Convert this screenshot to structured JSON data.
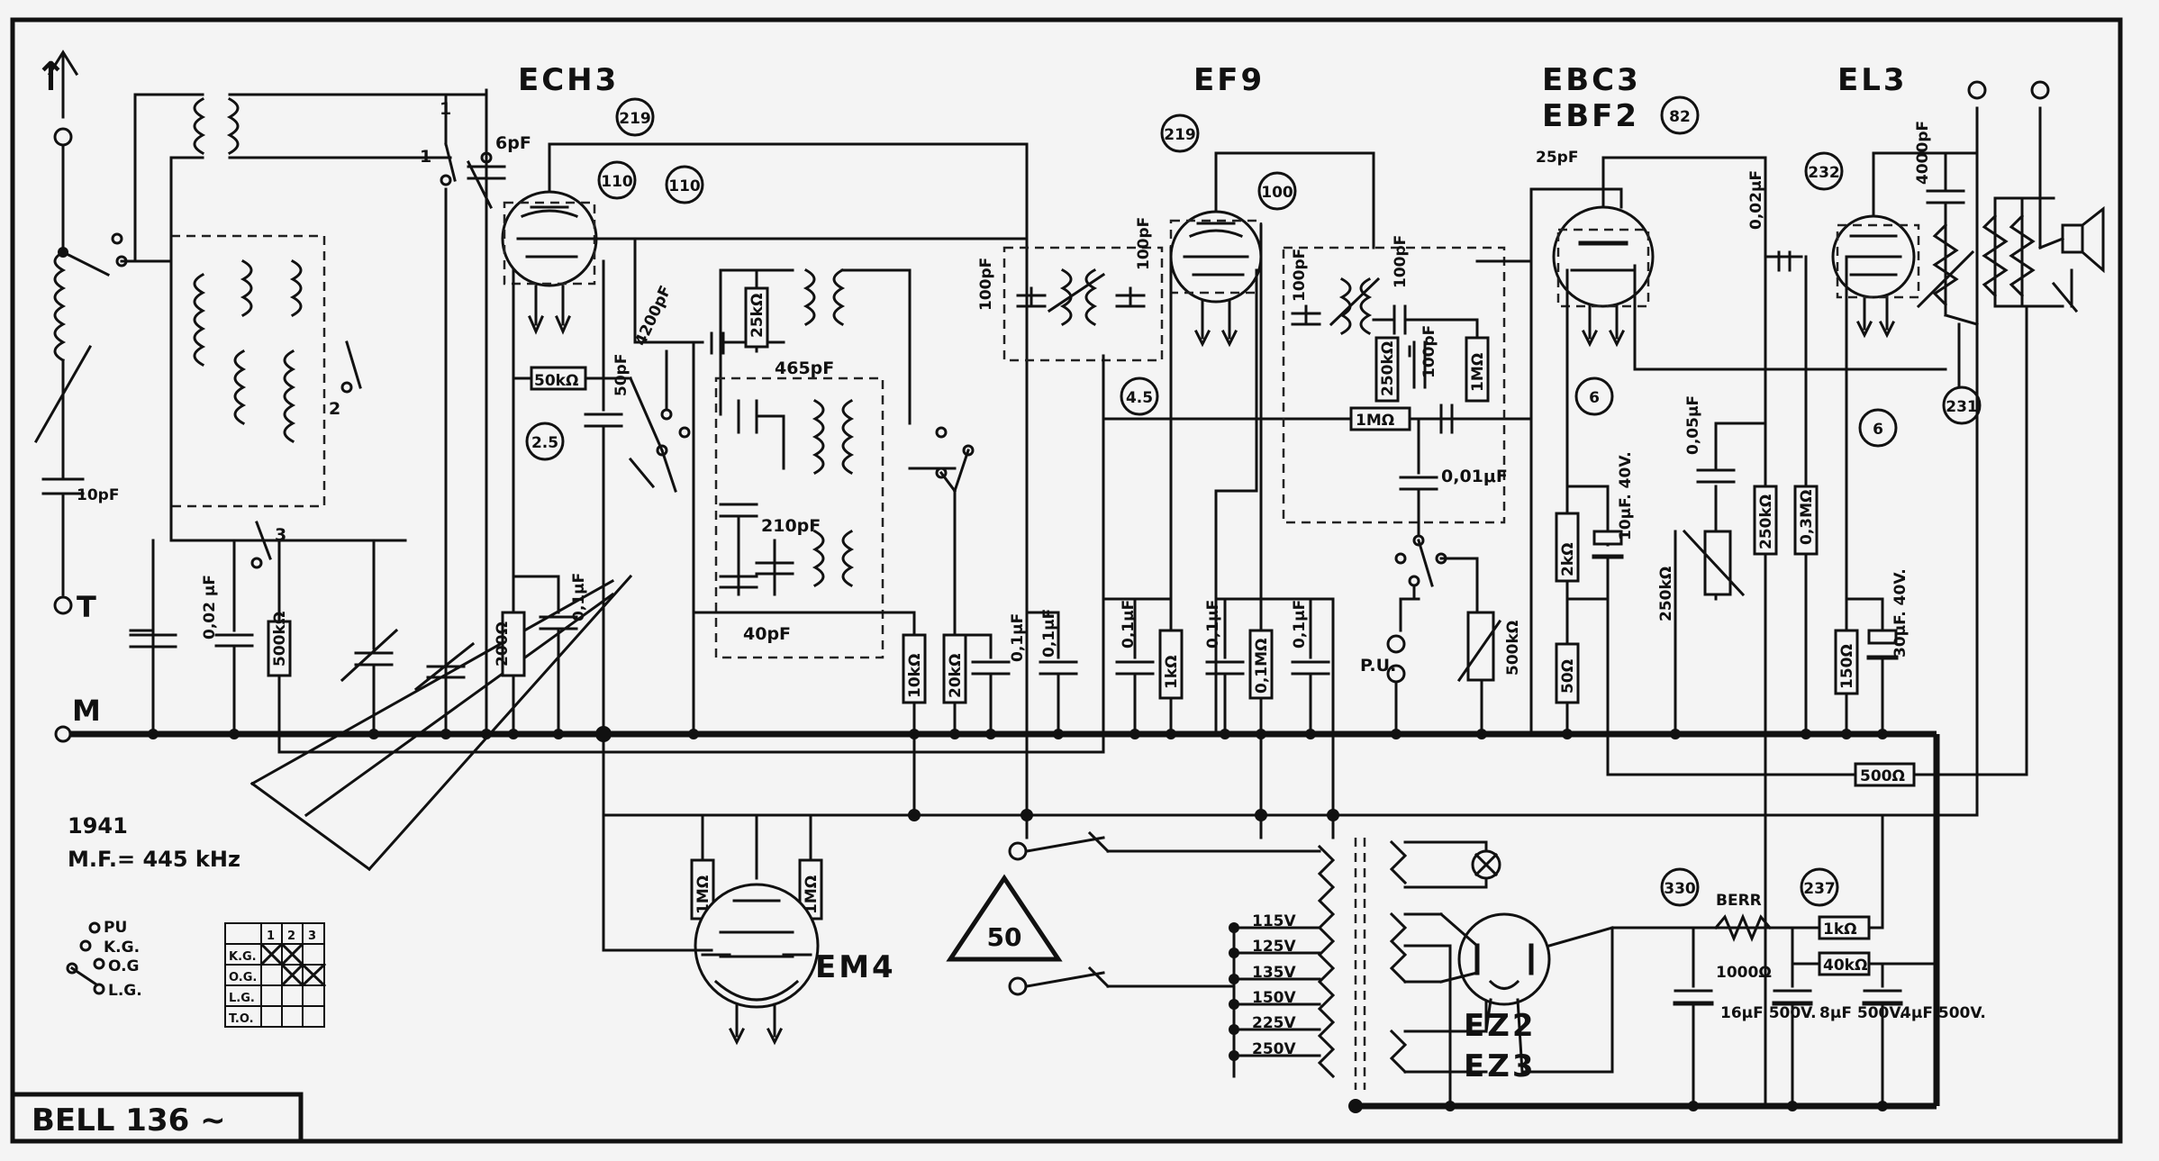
{
  "title": "BELL  136 ~",
  "year": "1941",
  "mf": "M.F.= 445 kHz",
  "tubes": {
    "ech3": "ECH3",
    "ef9": "EF9",
    "ebc3": "EBC3",
    "ebf2": "EBF2",
    "el3": "EL3",
    "em4": "EM4",
    "ez2": "EZ2",
    "ez3": "EZ3"
  },
  "terminals": {
    "antenna": "↑",
    "ground_t": "T",
    "mass_m": "M",
    "pickup": "P.U."
  },
  "ref_numbers": [
    "219",
    "110",
    "110",
    "219",
    "100",
    "82",
    "232",
    "231",
    "6",
    "6",
    "4.5",
    "2.5",
    "330",
    "237"
  ],
  "switch_numbers": [
    "1",
    "1",
    "2",
    "3"
  ],
  "legend_switch": [
    "PU",
    "K.G.",
    "O.G",
    "L.G."
  ],
  "legend_table": {
    "header": [
      "1",
      "2",
      "3"
    ],
    "rows": [
      "K.G.",
      "O.G.",
      "L.G.",
      "T.O."
    ]
  },
  "voltages": [
    "115V",
    "125V",
    "135V",
    "150V",
    "225V",
    "250V"
  ],
  "warning_badge": "50",
  "values": {
    "c_10pf": "10pF",
    "c_002": "0,02 μF",
    "r_500k": "500kΩ",
    "c_6pf": "6pF",
    "r_50k": "50kΩ",
    "r_200": "200Ω",
    "c_01_a": "0,1μF",
    "c_4200": "4200pF",
    "c_50pf": "50pF",
    "r_25k": "25kΩ",
    "c_465": "465pF",
    "c_210": "210pF",
    "c_40": "40pF",
    "r_10k": "10kΩ",
    "r_20k": "20kΩ",
    "c_01_b": "0,1μF",
    "c_01_c": "0,1μF",
    "c_100_a": "100pF",
    "c_100_b": "100pF",
    "c_01_d": "0,1μF",
    "r_1k": "1kΩ",
    "c_01_e": "0,1μF",
    "r_01m": "0,1MΩ",
    "c_01_f": "0,1μF",
    "c_100_c": "100pF",
    "c_100_d": "100pF",
    "r_250k": "250kΩ",
    "c_100_e": "100pF",
    "r_1m_a": "1MΩ",
    "r_1m_b": "1MΩ",
    "c_001": "0,01μF",
    "r_500kpot": "500kΩ",
    "c_25pf": "25pF",
    "c_10mf": "10μF. 40V.",
    "r_2k": "2kΩ",
    "r_50": "50Ω",
    "c_005": "0,05μF",
    "r_250k_pot": "250kΩ",
    "r_250k_b": "250kΩ",
    "c_002_b": "0,02μF",
    "r_03m": "0,3MΩ",
    "r_150": "150Ω",
    "c_30mf": "30μF. 40V.",
    "c_4000": "4000pF",
    "r_500": "500Ω",
    "r_1m_em": "1MΩ",
    "r_1m_em2": "1MΩ",
    "berr": "BERR",
    "r_1000": "1000Ω",
    "r_1k_b": "1kΩ",
    "r_40k": "40kΩ",
    "c_16": "16μF 500V.",
    "c_8": "8μF 500V.",
    "c_4": "4μF 500V."
  }
}
